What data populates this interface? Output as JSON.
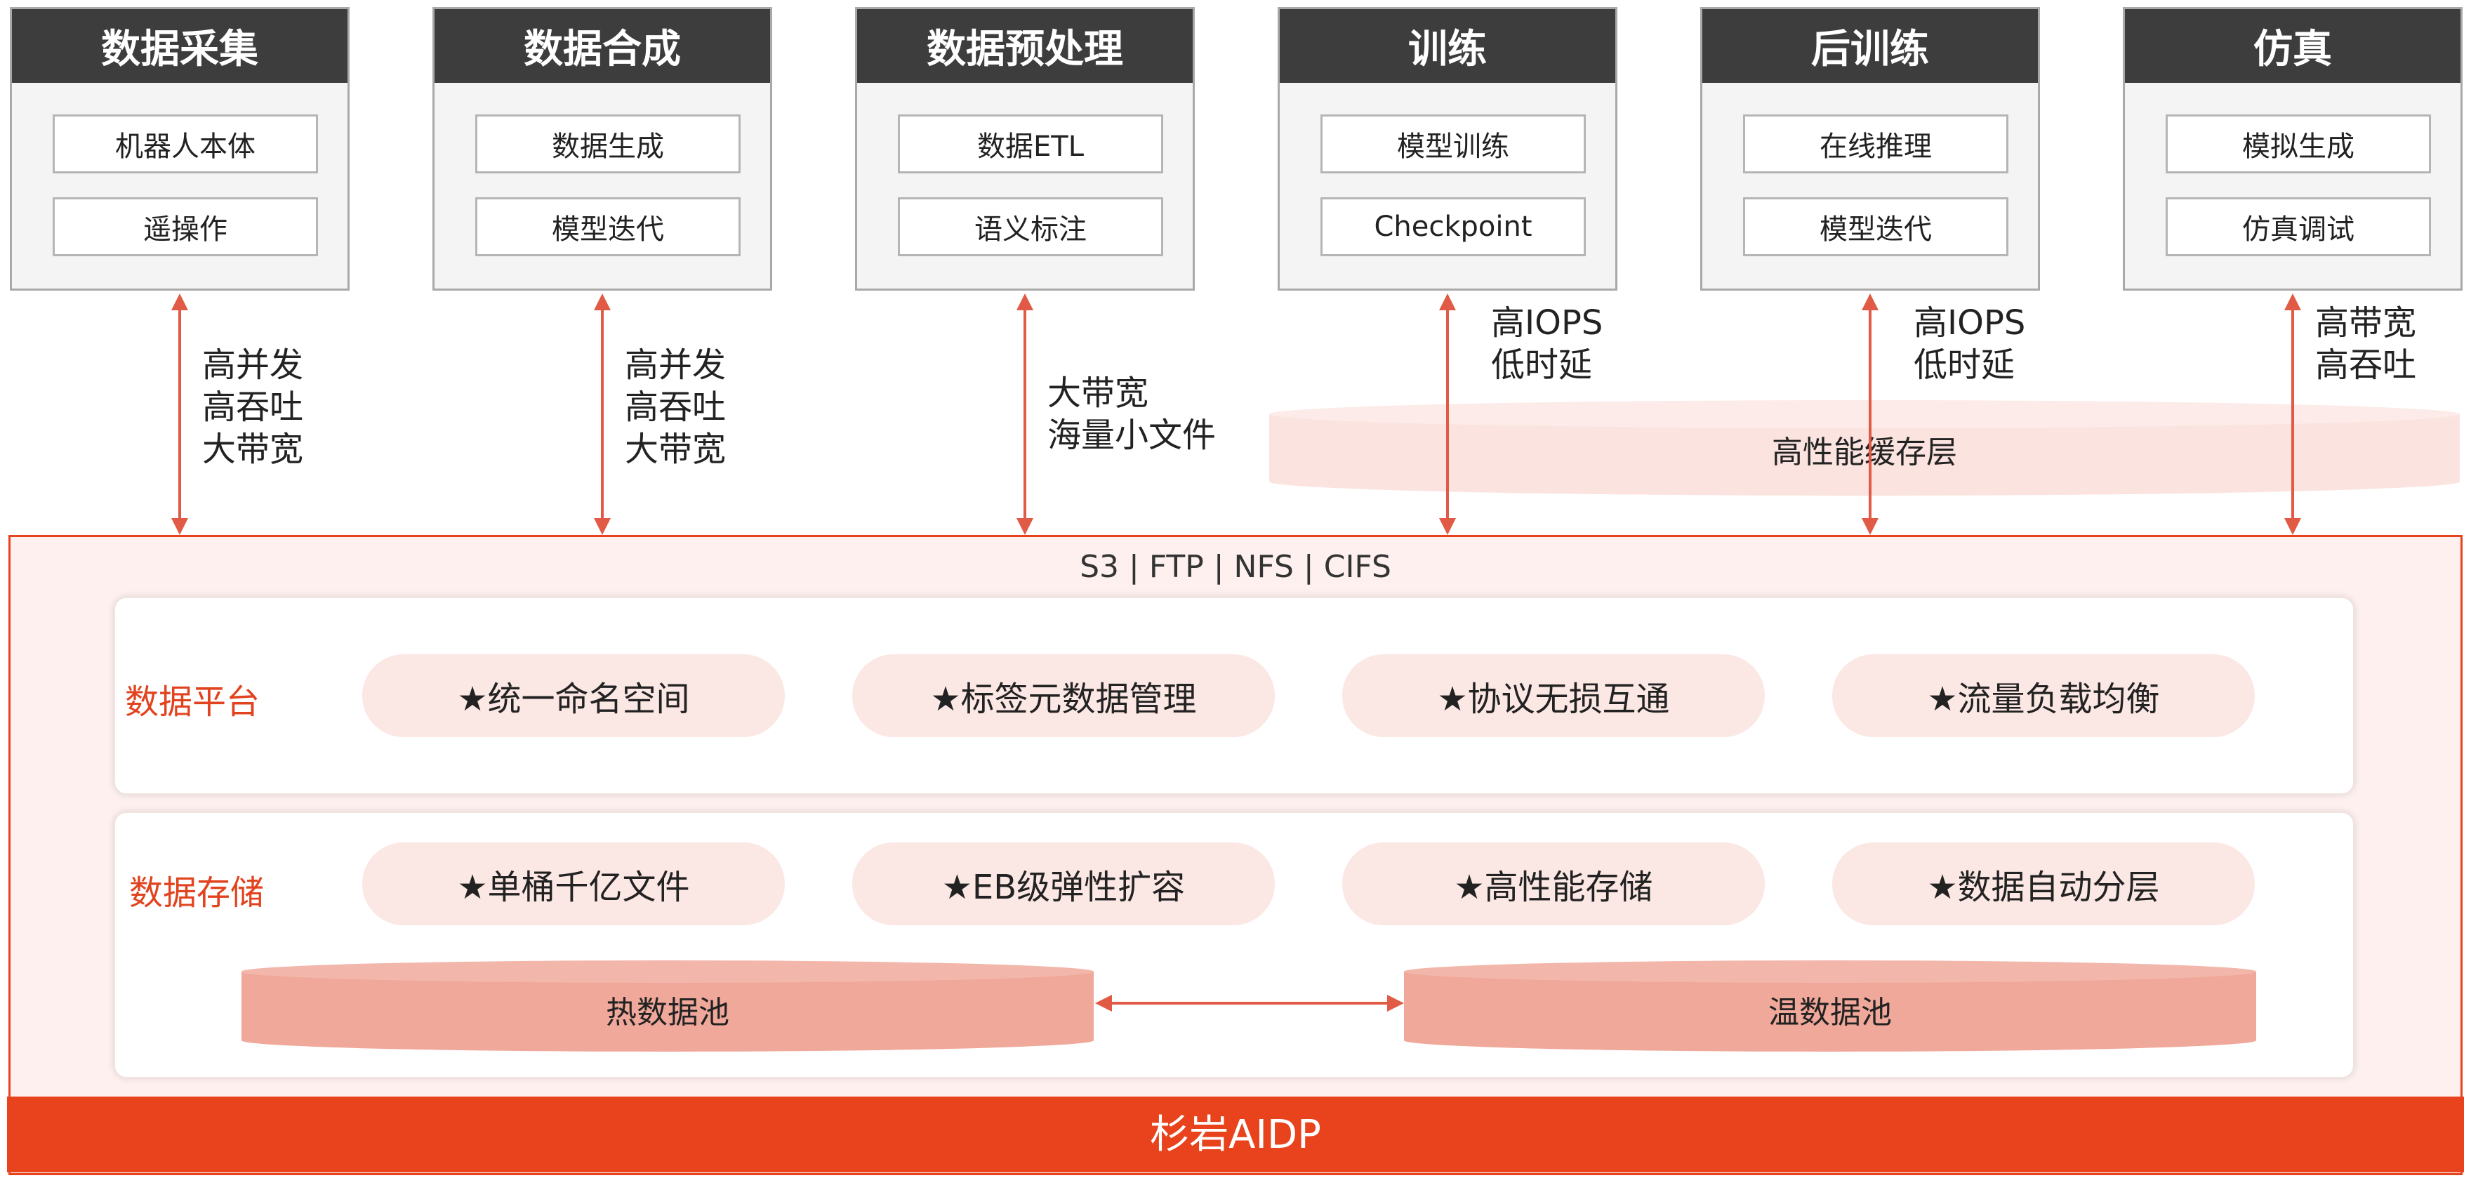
{
  "modules": [
    {
      "title": "数据采集",
      "items": [
        "机器人本体",
        "遥操作"
      ],
      "annotation": [
        "高并发",
        "高吞吐",
        "大带宽"
      ]
    },
    {
      "title": "数据合成",
      "items": [
        "数据生成",
        "模型迭代"
      ],
      "annotation": [
        "高并发",
        "高吞吐",
        "大带宽"
      ]
    },
    {
      "title": "数据预处理",
      "items": [
        "数据ETL",
        "语义标注"
      ],
      "annotation": [
        "大带宽",
        "海量小文件"
      ]
    },
    {
      "title": "训练",
      "items": [
        "模型训练",
        "Checkpoint"
      ],
      "annotation": [
        "高IOPS",
        "低时延"
      ]
    },
    {
      "title": "后训练",
      "items": [
        "在线推理",
        "模型迭代"
      ],
      "annotation": [
        "高IOPS",
        "低时延"
      ]
    },
    {
      "title": "仿真",
      "items": [
        "模拟生成",
        "仿真调试"
      ],
      "annotation": [
        "高带宽",
        "高吞吐"
      ]
    }
  ],
  "cache_layer": "高性能缓存层",
  "protocols": "S3 | FTP | NFS | CIFS",
  "data_platform": {
    "label": "数据平台",
    "features": [
      "★统一命名空间",
      "★标签元数据管理",
      "★协议无损互通",
      "★流量负载均衡"
    ]
  },
  "data_storage": {
    "label": "数据存储",
    "features": [
      "★单桶千亿文件",
      "★EB级弹性扩容",
      "★高性能存储",
      "★数据自动分层"
    ],
    "hot_pool": "热数据池",
    "warm_pool": "温数据池"
  },
  "footer": "杉岩AIDP",
  "colors": {
    "accent": "#e8431c",
    "header_dark": "#3d3d3d",
    "arrow": "#e05a45",
    "pill_bg": "#fbe7e3",
    "pool": "#f0a89a",
    "cache": "#fbe3df"
  }
}
